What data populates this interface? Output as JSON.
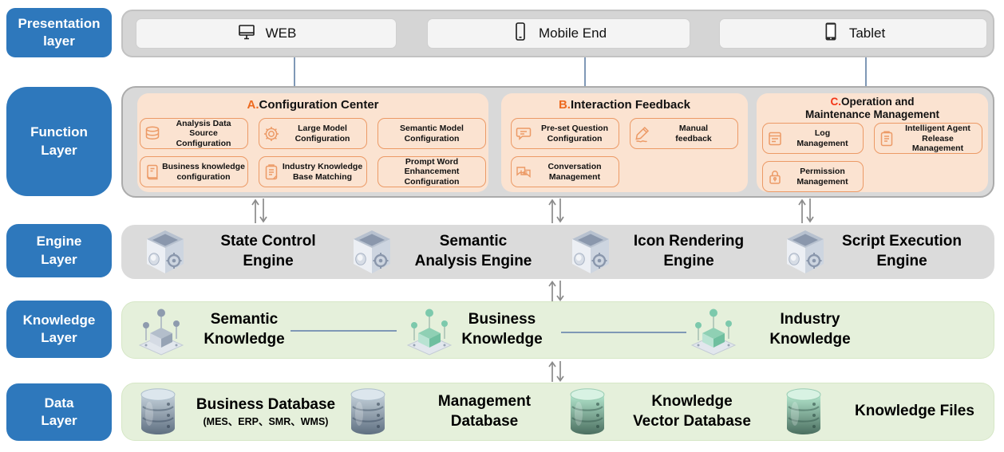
{
  "colors": {
    "layer_label_blue": "#2E78BC",
    "band_gray": "#D9D9D9",
    "engine_band_gray": "#DBDBDB",
    "function_panel_peach": "#FBE3D1",
    "function_item_border_orange": "#EC9A66",
    "section_letter_orange": "#ED6A1F",
    "section_letter_red": "#F43517",
    "green_band": "#E5F0DB",
    "connector_blue": "#7F98B6",
    "arrow_gray": "#8A8A8A",
    "database_blue": "#7E93A6",
    "database_green": "#7ECFA8"
  },
  "sidebar": {
    "items": [
      {
        "label": "Presentation\nlayer"
      },
      {
        "label": "Function\nLayer"
      },
      {
        "label": "Engine\nLayer"
      },
      {
        "label": "Knowledge\nLayer"
      },
      {
        "label": "Data\nLayer"
      }
    ]
  },
  "presentation": {
    "items": [
      {
        "label": "WEB",
        "icon": "monitor-icon"
      },
      {
        "label": "Mobile End",
        "icon": "mobile-icon"
      },
      {
        "label": "Tablet",
        "icon": "tablet-icon"
      }
    ]
  },
  "function_layer": {
    "sections": [
      {
        "letter": "A.",
        "title": "Configuration Center",
        "items": [
          {
            "label": "Analysis Data\nSource Configuration",
            "icon": "database-icon"
          },
          {
            "label": "Large Model\nConfiguration",
            "icon": "gear-icon"
          },
          {
            "label": "Semantic Model\nConfiguration",
            "icon": ""
          },
          {
            "label": "Business knowledge\nconfiguration",
            "icon": "book-icon"
          },
          {
            "label": "Industry Knowledge\nBase Matching",
            "icon": "clipboard-icon"
          },
          {
            "label": "Prompt Word\nEnhancement\nConfiguration",
            "icon": ""
          }
        ]
      },
      {
        "letter": "B.",
        "title": "Interaction Feedback",
        "items": [
          {
            "label": "Pre-set Question\nConfiguration",
            "icon": "chat-icon"
          },
          {
            "label": "Manual\nfeedback",
            "icon": "pencil-icon"
          },
          {
            "label": "Conversation\nManagement",
            "icon": "conversation-icon"
          }
        ]
      },
      {
        "letter": "C.",
        "title": "Operation and\nMaintenance Management",
        "items": [
          {
            "label": "Log\nManagement",
            "icon": "log-icon"
          },
          {
            "label": "Intelligent Agent\nRelease Management",
            "icon": "release-clipboard-icon"
          },
          {
            "label": "Permission\nManagement",
            "icon": "lock-icon"
          }
        ]
      }
    ]
  },
  "engine_layer": {
    "items": [
      {
        "label": "State Control\nEngine",
        "icon": "engine-cube-icon"
      },
      {
        "label": "Semantic\nAnalysis Engine",
        "icon": "engine-cube-icon"
      },
      {
        "label": "Icon Rendering\nEngine",
        "icon": "engine-cube-icon"
      },
      {
        "label": "Script Execution\nEngine",
        "icon": "engine-cube-icon"
      }
    ]
  },
  "knowledge_layer": {
    "items": [
      {
        "label": "Semantic\nKnowledge",
        "icon": "knowledge-node-icon"
      },
      {
        "label": "Business\nKnowledge",
        "icon": "knowledge-node-icon"
      },
      {
        "label": "Industry\nKnowledge",
        "icon": "knowledge-node-icon"
      }
    ]
  },
  "data_layer": {
    "items": [
      {
        "label": "Business Database",
        "sublabel": "(MES、ERP、SMR、WMS)",
        "icon": "database-cylinder-icon"
      },
      {
        "label": "Management\nDatabase",
        "sublabel": "",
        "icon": "database-cylinder-icon"
      },
      {
        "label": "Knowledge\nVector Database",
        "sublabel": "",
        "icon": "database-cylinder-icon"
      },
      {
        "label": "Knowledge Files",
        "sublabel": "",
        "icon": "database-cylinder-icon"
      }
    ]
  }
}
